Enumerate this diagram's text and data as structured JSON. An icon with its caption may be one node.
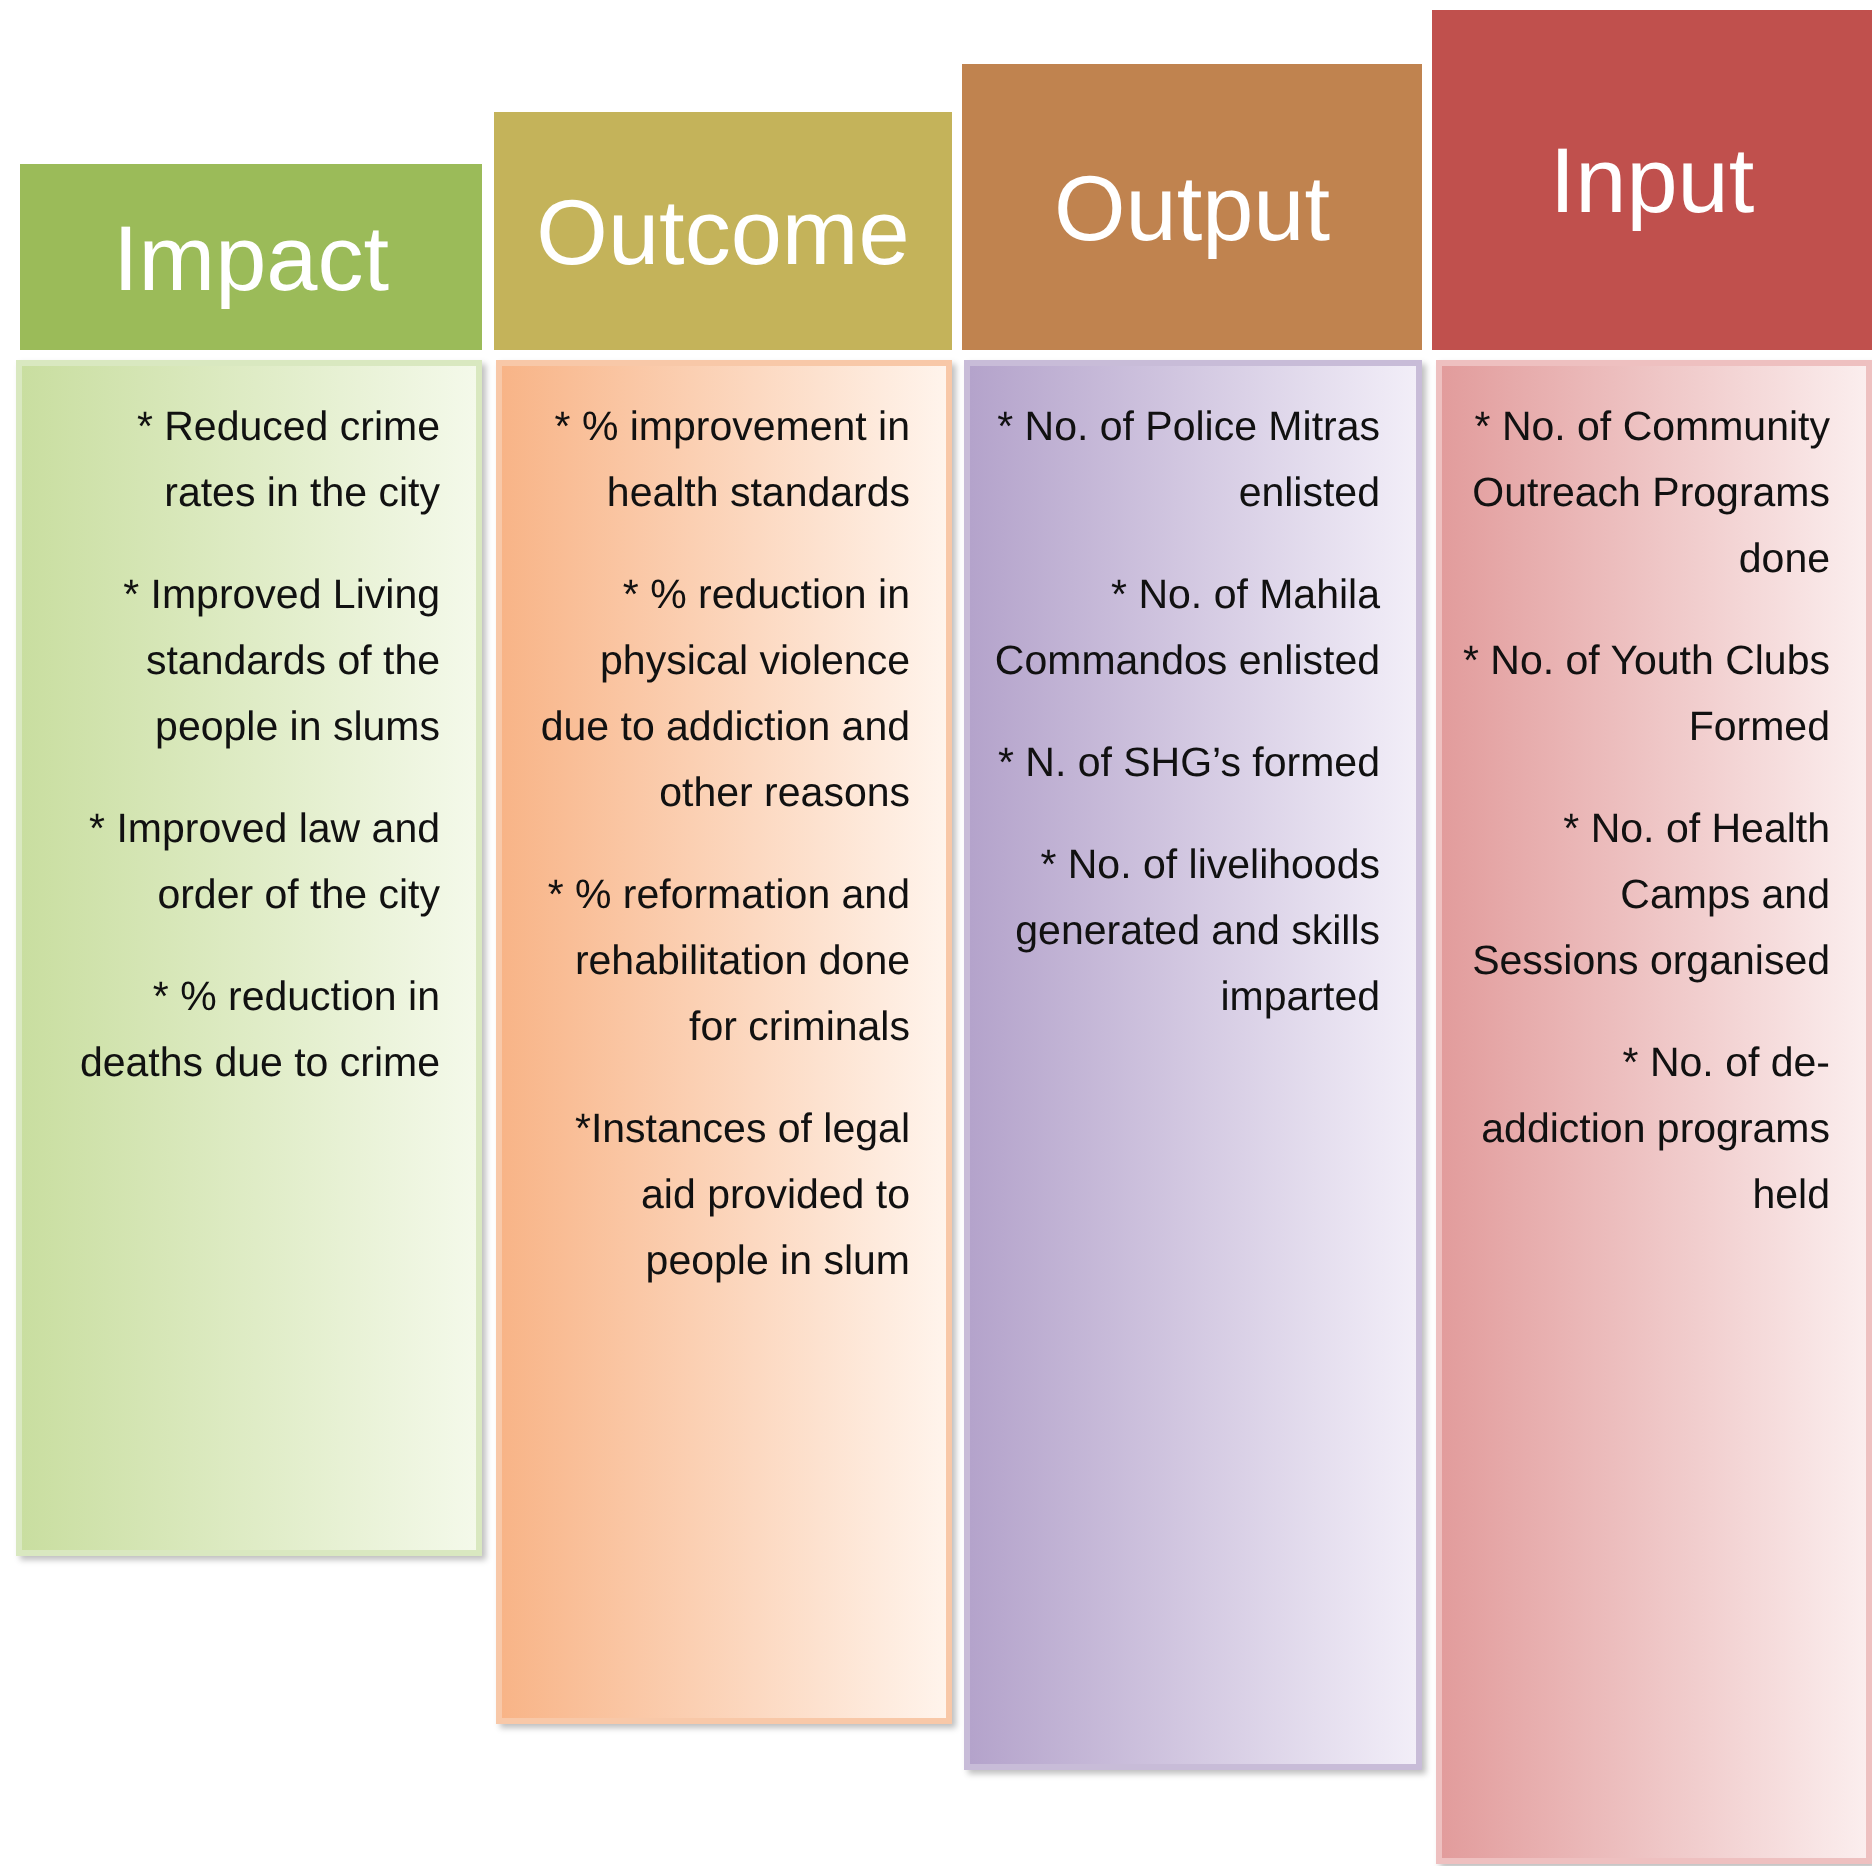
{
  "diagram": {
    "nodes": [
      {
        "text": [
          "Impact"
        ]
      },
      {
        "text": [
          "* Reduced crime rates in the city",
          "* Improved Living standards of the people in slums",
          "* Improved law and order of the city",
          "* % reduction in deaths due to crime"
        ]
      },
      {
        "text": [
          "Outcome"
        ]
      },
      {
        "text": [
          "* % improvement in health standards",
          "* % reduction in physical violence due to addiction and other reasons",
          "* % reformation and rehabilitation done for criminals",
          "*Instances of legal aid provided to people in slum"
        ]
      },
      {
        "text": [
          "Output"
        ]
      },
      {
        "text": [
          "* No. of Police Mitras enlisted",
          "* No. of Mahila Commandos enlisted",
          "* N. of SHG’s formed",
          "* No. of livelihoods generated and skills imparted"
        ]
      },
      {
        "text": [
          "Input"
        ]
      },
      {
        "text": [
          "* No. of Community Outreach Programs done",
          "* No. of Youth Clubs Formed",
          "* No. of Health Camps and Sessions organised",
          "* No. of de-addiction programs held"
        ]
      }
    ]
  }
}
